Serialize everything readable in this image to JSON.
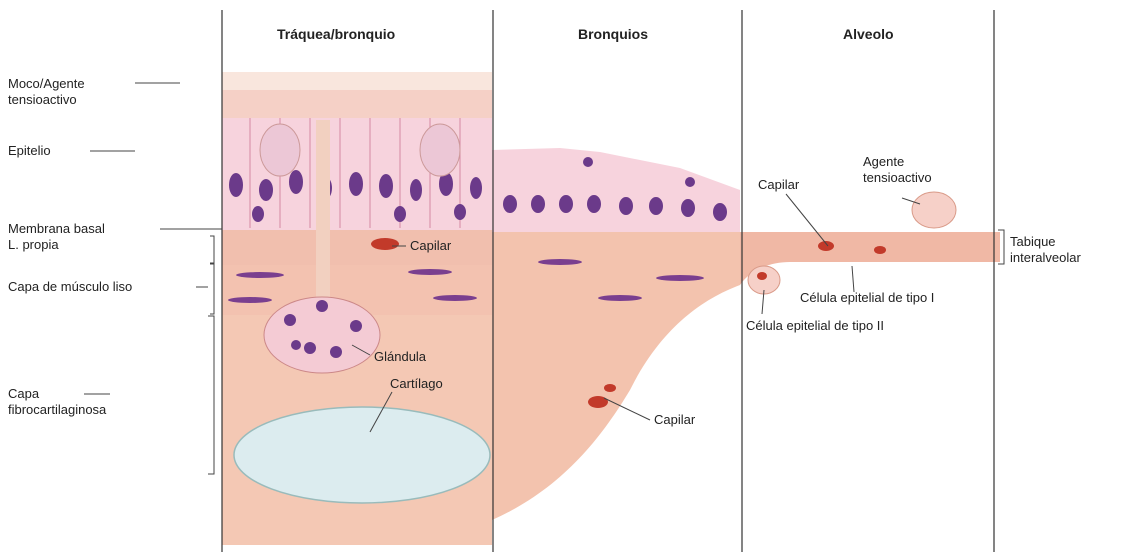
{
  "columns": {
    "trachea": "Tráquea/bronquio",
    "bronchi": "Bronquios",
    "alveolus": "Alveolo"
  },
  "left_labels": {
    "mucus_line1": "Moco/Agente",
    "mucus_line2": "tensioactivo",
    "epithelium": "Epitelio",
    "basement_membrane": "Membrana basal",
    "lamina_propria": "L. propia",
    "smooth_muscle": "Capa de músculo liso",
    "fibro_line1": "Capa",
    "fibro_line2": "fibrocartilaginosa"
  },
  "inner_labels": {
    "capillary_trachea": "Capilar",
    "gland": "Glándula",
    "cartilage": "Cartílago",
    "capillary_bronchi": "Capilar",
    "capillary_alveolus": "Capilar",
    "surfactant_line1": "Agente",
    "surfactant_line2": "tensioactivo",
    "type1_cell": "Célula epitelial de tipo I",
    "type2_cell": "Célula epitelial de tipo II",
    "septum_line1": "Tabique",
    "septum_line2": "interalveolar"
  },
  "colors": {
    "tissue": "#f4c9b9",
    "tissue_dark": "#e9a98f",
    "epithelium": "#f7d3dd",
    "nucleus": "#6b3a8a",
    "cartilage": "#dcecef",
    "capillary": "#c23a2a",
    "line": "#333333"
  }
}
